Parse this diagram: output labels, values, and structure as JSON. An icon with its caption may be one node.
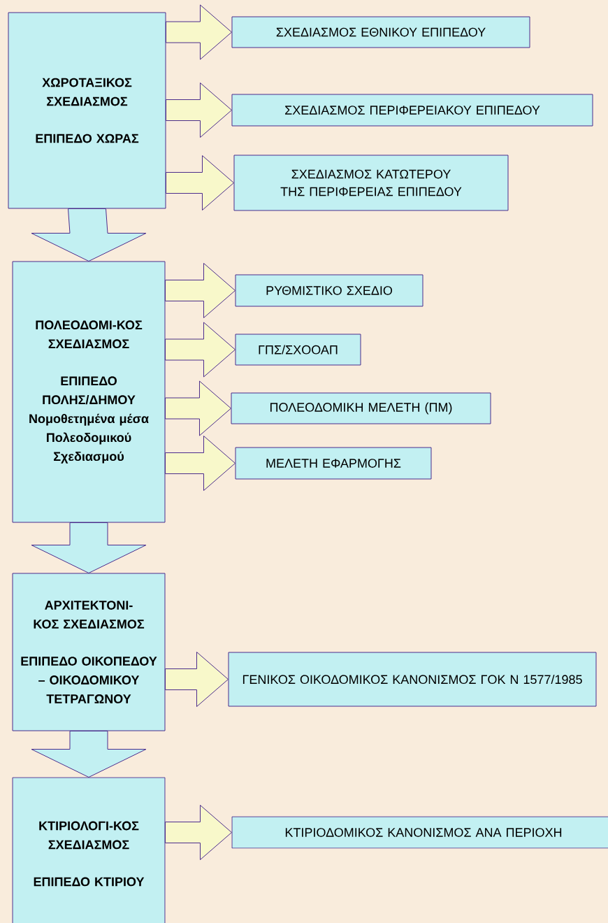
{
  "diagram": {
    "nodes": [
      {
        "text": [
          "ΧΩΡΟΤΑΞΙΚΟΣ ΣΧΕΔΙΑΣΜΟΣ",
          "ΕΠΙΠΕΔΟ ΧΩΡΑΣ"
        ]
      },
      {
        "text": [
          "ΣΧΕΔΙΑΣΜΟΣ ΕΘΝΙΚΟΥ ΕΠΙΠΕΔΟΥ"
        ]
      },
      {
        "text": [
          "ΣΧΕΔΙΑΣΜΟΣ ΠΕΡΙΦΕΡΕΙΑΚΟΥ ΕΠΙΠΕΔΟΥ"
        ]
      },
      {
        "text": [
          "ΣΧΕΔΙΑΣΜΟΣ ΚΑΤΩΤΕΡΟΥ ΤΗΣ ΠΕΡΙΦΕΡΕΙΑΣ ΕΠΙΠΕΔΟΥ"
        ]
      },
      {
        "text": [
          "ΠΟΛΕΟΔΟΜΙ-ΚΟΣ ΣΧΕΔΙΑΣΜΟΣ",
          "ΕΠΙΠΕΔΟ ΠΟΛΗΣ/ΔΗΜΟΥ",
          "Νομοθετημένα μέσα Πολεοδομικού Σχεδιασμού"
        ]
      },
      {
        "text": [
          "ΡΥΘΜΙΣΤΙΚΟ ΣΧΕΔΙΟ"
        ]
      },
      {
        "text": [
          "ΓΠΣ/ΣΧΟΟΑΠ"
        ]
      },
      {
        "text": [
          "ΠΟΛΕΟΔΟΜΙΚΗ ΜΕΛΕΤΗ (ΠΜ)"
        ]
      },
      {
        "text": [
          "ΜΕΛΕΤΗ ΕΦΑΡΜΟΓΗΣ"
        ]
      },
      {
        "text": [
          "ΑΡΧΙΤΕΚΤΟΝΙ-ΚΟΣ ΣΧΕΔΙΑΣΜΟΣ",
          "ΕΠΙΠΕΔΟ ΟΙΚΟΠΕΔΟΥ – ΟΙΚΟΔΟΜΙΚΟΥ ΤΕΤΡΑΓΩΝΟΥ"
        ]
      },
      {
        "text": [
          "ΓΕΝΙΚΟΣ ΟΙΚΟΔΟΜΙΚΟΣ ΚΑΝΟΝΙΣΜΟΣ ΓΟΚ Ν 1577/1985"
        ]
      },
      {
        "text": [
          "ΚΤΙΡΙΟΛΟΓΙ-ΚΟΣ ΣΧΕΔΙΑΣΜΟΣ",
          "ΕΠΙΠΕΔΟ ΚΤΙΡΙΟΥ"
        ]
      },
      {
        "text": [
          "ΚΤΙΡΙΟΔΟΜΙΚΟΣ ΚΑΝΟΝΙΣΜΟΣ ΑΝΑ ΠΕΡΙΟΧΗ"
        ]
      }
    ],
    "edges": [
      {
        "from": 0,
        "to": 1,
        "arrow": "to"
      },
      {
        "from": 0,
        "to": 2,
        "arrow": "to"
      },
      {
        "from": 0,
        "to": 3,
        "arrow": "to"
      },
      {
        "from": 0,
        "to": 4,
        "arrow": "to"
      },
      {
        "from": 4,
        "to": 5,
        "arrow": "to"
      },
      {
        "from": 4,
        "to": 6,
        "arrow": "to"
      },
      {
        "from": 4,
        "to": 7,
        "arrow": "to"
      },
      {
        "from": 4,
        "to": 8,
        "arrow": "to"
      },
      {
        "from": 4,
        "to": 9,
        "arrow": "to"
      },
      {
        "from": 9,
        "to": 10,
        "arrow": "to"
      },
      {
        "from": 9,
        "to": 11,
        "arrow": "to"
      },
      {
        "from": 11,
        "to": 12,
        "arrow": "to"
      }
    ]
  }
}
